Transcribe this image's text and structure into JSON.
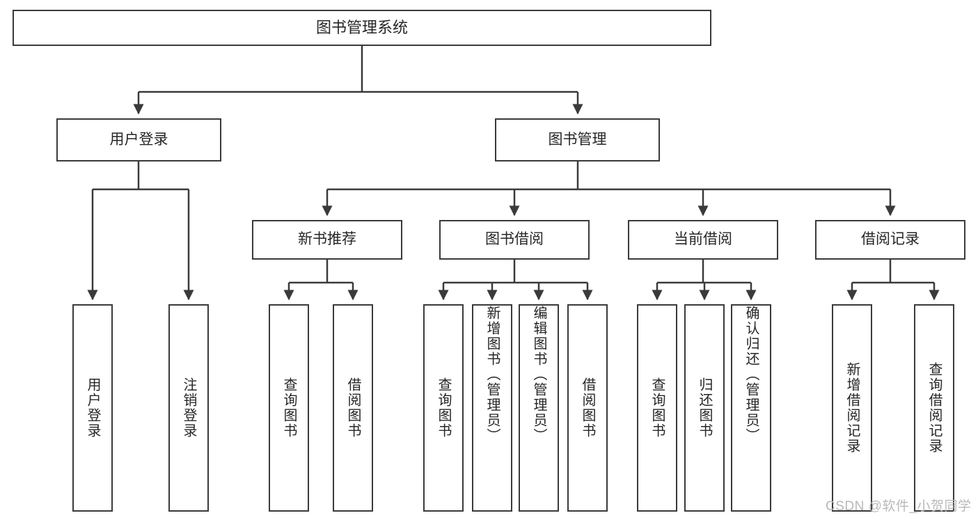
{
  "diagram": {
    "type": "tree-hierarchy-chart",
    "title": "图书管理系统",
    "watermark": "CSDN @软件_小贺同学",
    "colors": {
      "border": "#3a3a3a",
      "text": "#262626",
      "background": "#ffffff",
      "watermark": "#b9b9b9"
    }
  },
  "nodes": {
    "root": {
      "label": "图书管理系统"
    },
    "level2": [
      {
        "id": "user-login",
        "label": "用户登录"
      },
      {
        "id": "book-manage",
        "label": "图书管理"
      }
    ],
    "level3": [
      {
        "id": "new-book-recommend",
        "label": "新书推荐"
      },
      {
        "id": "book-borrow",
        "label": "图书借阅"
      },
      {
        "id": "current-borrow",
        "label": "当前借阅"
      },
      {
        "id": "borrow-record",
        "label": "借阅记录"
      }
    ],
    "leaves": [
      {
        "id": "leaf-user-login",
        "label": "用户登录",
        "parent": "user-login"
      },
      {
        "id": "leaf-logout",
        "label": "注销登录",
        "parent": "user-login"
      },
      {
        "id": "leaf-query-book-1",
        "label": "查询图书",
        "parent": "new-book-recommend"
      },
      {
        "id": "leaf-borrow-book-1",
        "label": "借阅图书",
        "parent": "new-book-recommend"
      },
      {
        "id": "leaf-query-book-2",
        "label": "查询图书",
        "parent": "book-borrow"
      },
      {
        "id": "leaf-add-book",
        "label": "新增图书（管理员）",
        "parent": "book-borrow"
      },
      {
        "id": "leaf-edit-book",
        "label": "编辑图书（管理员）",
        "parent": "book-borrow"
      },
      {
        "id": "leaf-borrow-book-2",
        "label": "借阅图书",
        "parent": "book-borrow"
      },
      {
        "id": "leaf-query-book-3",
        "label": "查询图书",
        "parent": "current-borrow"
      },
      {
        "id": "leaf-return-book",
        "label": "归还图书",
        "parent": "current-borrow"
      },
      {
        "id": "leaf-confirm-return",
        "label": "确认归还（管理员）",
        "parent": "current-borrow"
      },
      {
        "id": "leaf-add-record",
        "label": "新增借阅记录",
        "parent": "borrow-record"
      },
      {
        "id": "leaf-query-record",
        "label": "查询借阅记录",
        "parent": "borrow-record"
      }
    ]
  }
}
